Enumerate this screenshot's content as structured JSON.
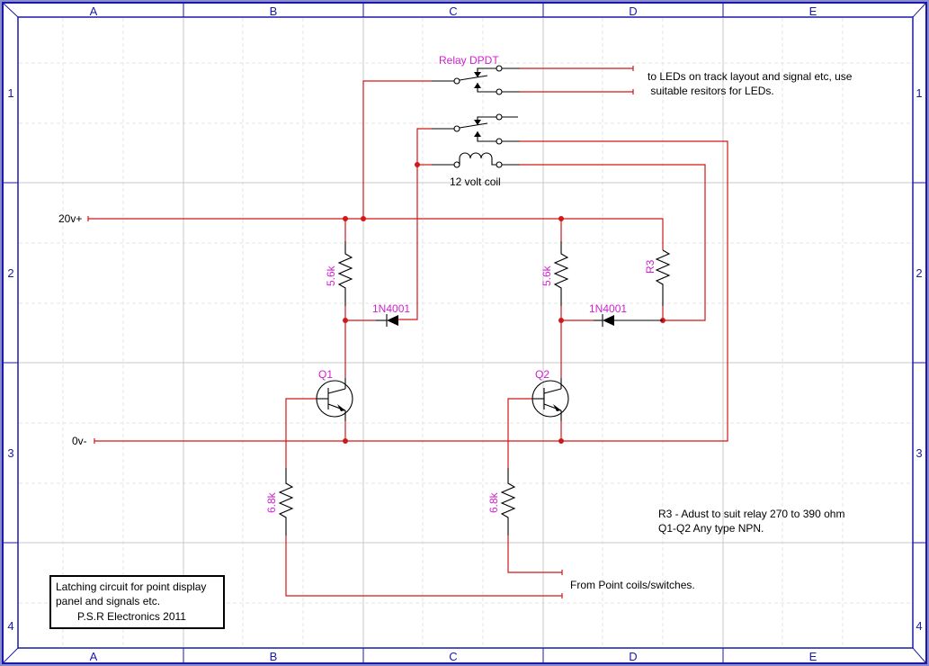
{
  "sheet": {
    "columns": [
      "A",
      "B",
      "C",
      "D",
      "E"
    ],
    "rows": [
      "1",
      "2",
      "3",
      "4"
    ],
    "colors": {
      "border": "#1a1aa8",
      "frame_outer": "#8080c8",
      "wire": "#d01818",
      "component": "#000000",
      "label": "#d020d0",
      "grid": "#c8c8c8"
    }
  },
  "rails": {
    "positive_label": "20v+",
    "negative_label": "0v-"
  },
  "relay": {
    "label": "Relay DPDT",
    "coil_label": "12 volt coil"
  },
  "components": {
    "r1_label": "5.6k",
    "r2_label": "5.6k",
    "r3_label": "R3",
    "r4_label": "6.8k",
    "r5_label": "6.8k",
    "d1_label": "1N4001",
    "d2_label": "1N4001",
    "q1_label": "Q1",
    "q2_label": "Q2"
  },
  "notes": {
    "leds_line1": "to LEDs on track layout and signal etc, use",
    "leds_line2": " suitable resitors for LEDs.",
    "r3_note_line1": "R3 - Adust to suit relay 270 to 390 ohm",
    "r3_note_line2": "Q1-Q2 Any type NPN.",
    "inputs_note": "From Point coils/switches."
  },
  "title_block": {
    "line1": "Latching circuit for point display",
    "line2": "panel and signals etc.",
    "line3": "P.S.R Electronics 2011"
  }
}
